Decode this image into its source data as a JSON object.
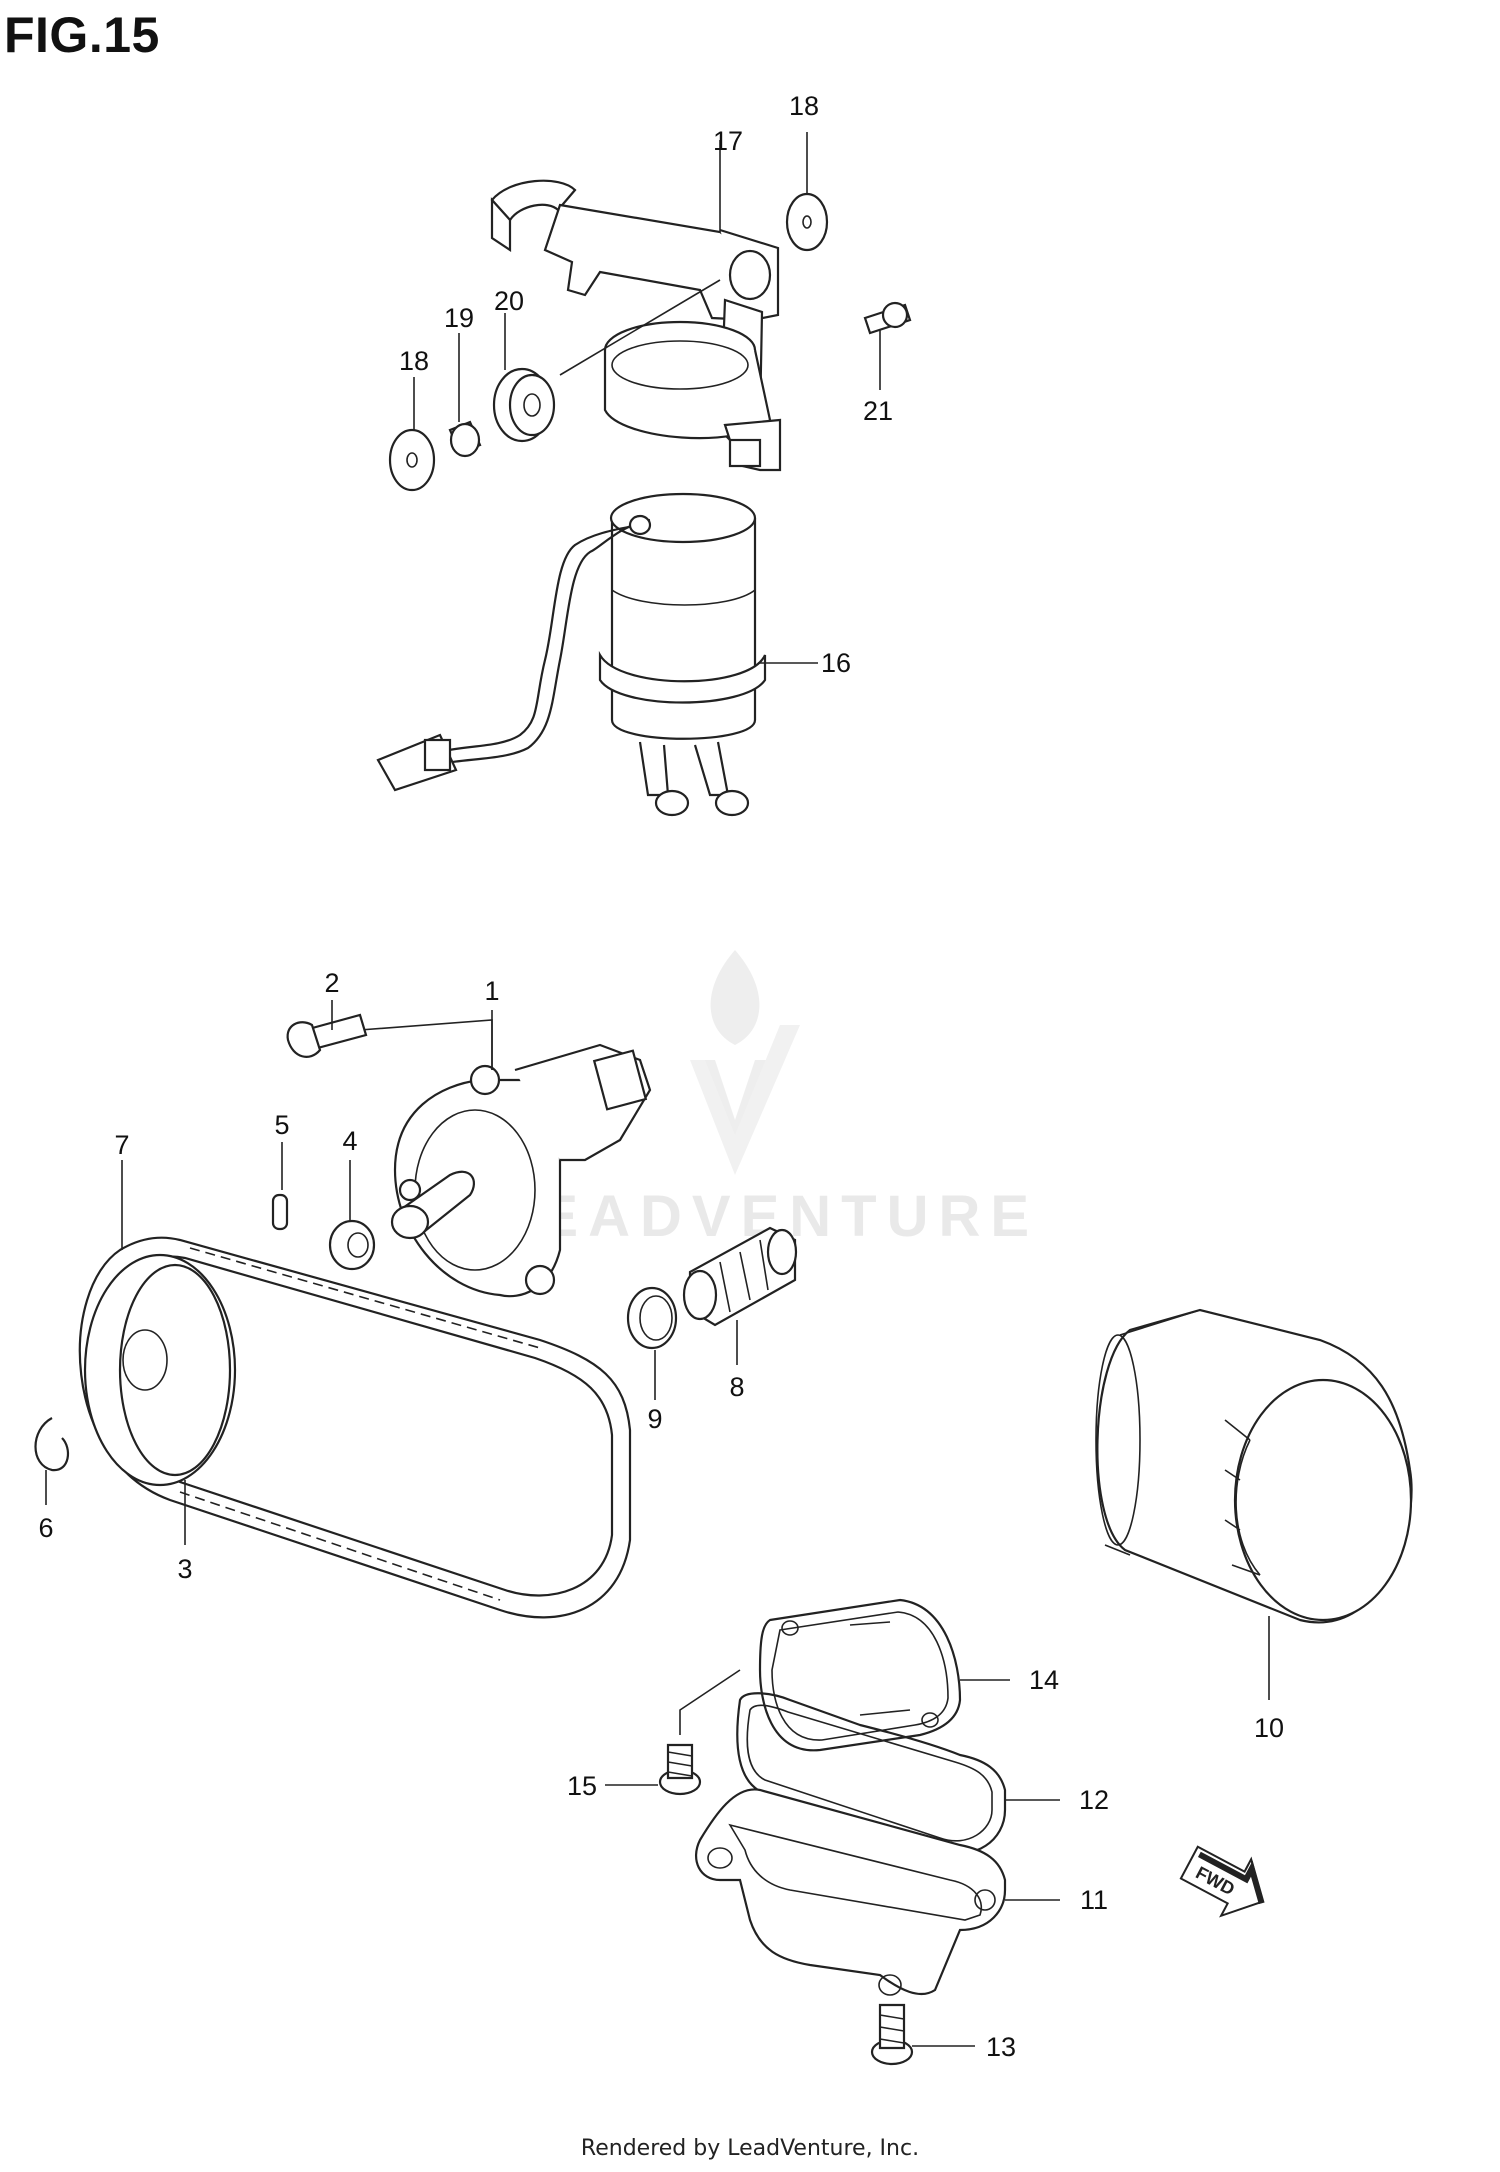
{
  "figure": {
    "title": "FIG.15"
  },
  "callouts": [
    "1",
    "2",
    "3",
    "4",
    "5",
    "6",
    "7",
    "8",
    "9",
    "10",
    "11",
    "12",
    "13",
    "14",
    "15",
    "16",
    "17",
    "18",
    "18",
    "19",
    "20",
    "21"
  ],
  "arrow": {
    "label": "FWD"
  },
  "watermark": {
    "text": "LEADVENTURE"
  },
  "footer": {
    "text": "Rendered by LeadVenture, Inc."
  }
}
